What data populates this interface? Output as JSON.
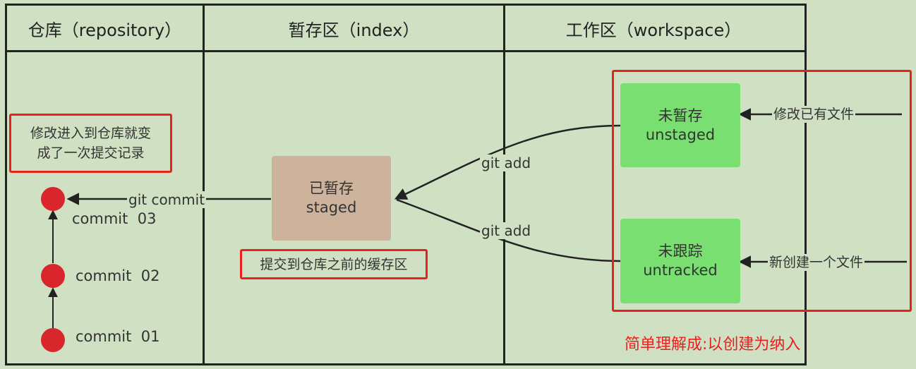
{
  "columns": {
    "repository": "仓库（repository）",
    "index": "暂存区（index）",
    "workspace": "工作区（workspace）"
  },
  "notes": {
    "repo_note_line1": "修改进入到仓库就变",
    "repo_note_line2": "成了一次提交记录",
    "index_note": "提交到仓库之前的缓存区",
    "workspace_note": "简单理解成:以创建为纳入"
  },
  "boxes": {
    "staged_cn": "已暂存",
    "staged_en": "staged",
    "unstaged_cn": "未暂存",
    "unstaged_en": "unstaged",
    "untracked_cn": "未跟踪",
    "untracked_en": "untracked"
  },
  "edges": {
    "git_commit": "git commit",
    "git_add_top": "git add",
    "git_add_bottom": "git add",
    "modify_existing": "修改已有文件",
    "create_new": "新创建一个文件"
  },
  "commits": [
    "commit  03",
    "commit  02",
    "commit  01"
  ],
  "colors": {
    "background": "#cfe0c3",
    "highlight": "#e8211f",
    "green_box": "#79df70",
    "staged_box": "#cdb39b",
    "commit_node": "#d9262c"
  }
}
